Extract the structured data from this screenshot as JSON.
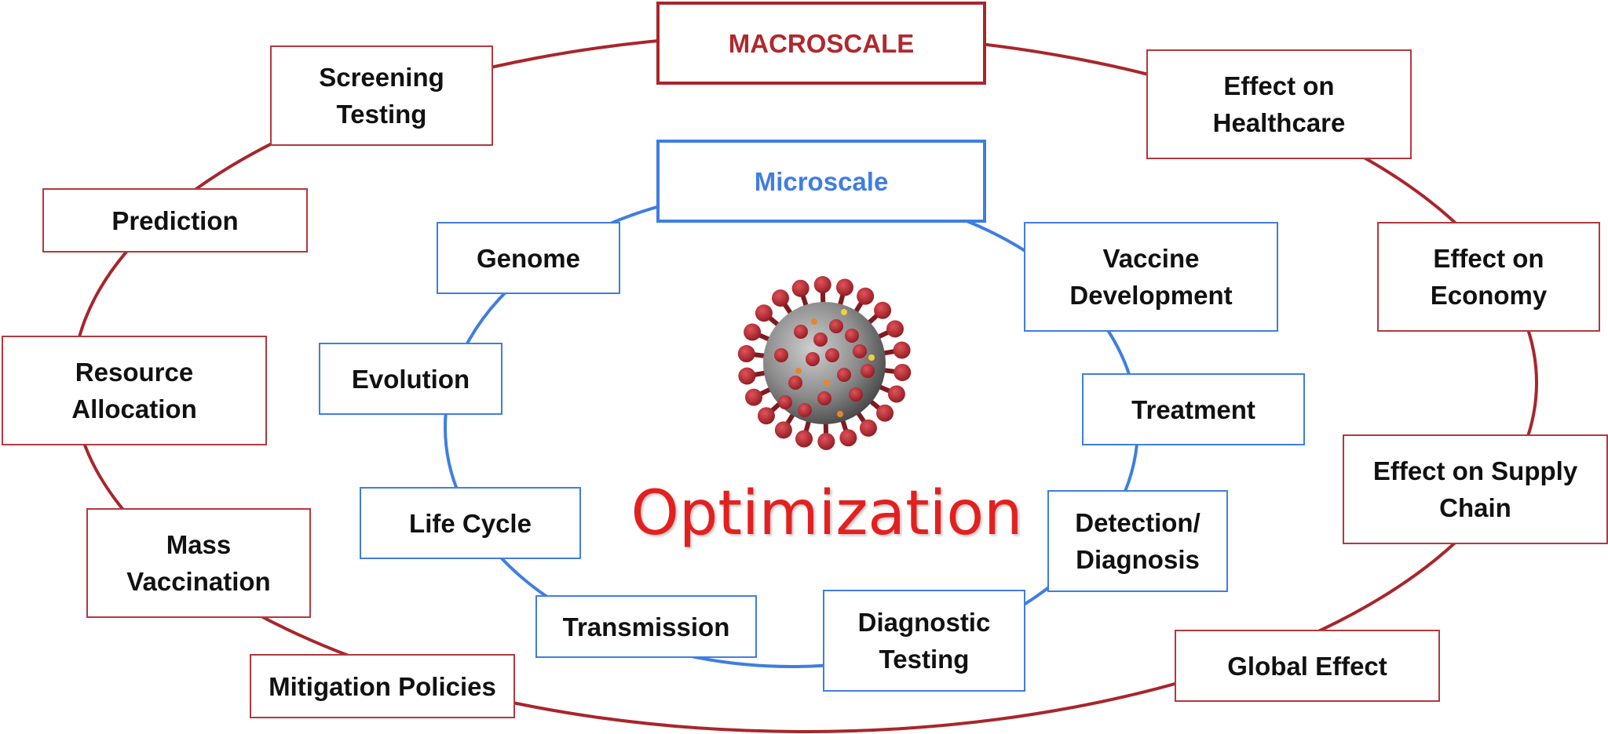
{
  "colors": {
    "macro_ring": "#a8262b",
    "micro_ring": "#3f7ee0",
    "optimization": "#e32020",
    "virus_body": "#8c8c8c",
    "virus_spike": "#c0272d"
  },
  "center": {
    "title": "Optimization",
    "image_icon": "coronavirus-icon"
  },
  "macroscale": {
    "title": "MACROSCALE",
    "items": [
      "Screening\nTesting",
      "Effect on\nHealthcare",
      "Prediction",
      "Effect on\nEconomy",
      "Resource\nAllocation",
      "Effect on Supply\nChain",
      "Mass\nVaccination",
      "Global Effect",
      "Mitigation Policies"
    ]
  },
  "microscale": {
    "title": "Microscale",
    "items": [
      "Genome",
      "Vaccine\nDevelopment",
      "Evolution",
      "Treatment",
      "Life Cycle",
      "Detection/\nDiagnosis",
      "Transmission",
      "Diagnostic\nTesting"
    ]
  }
}
